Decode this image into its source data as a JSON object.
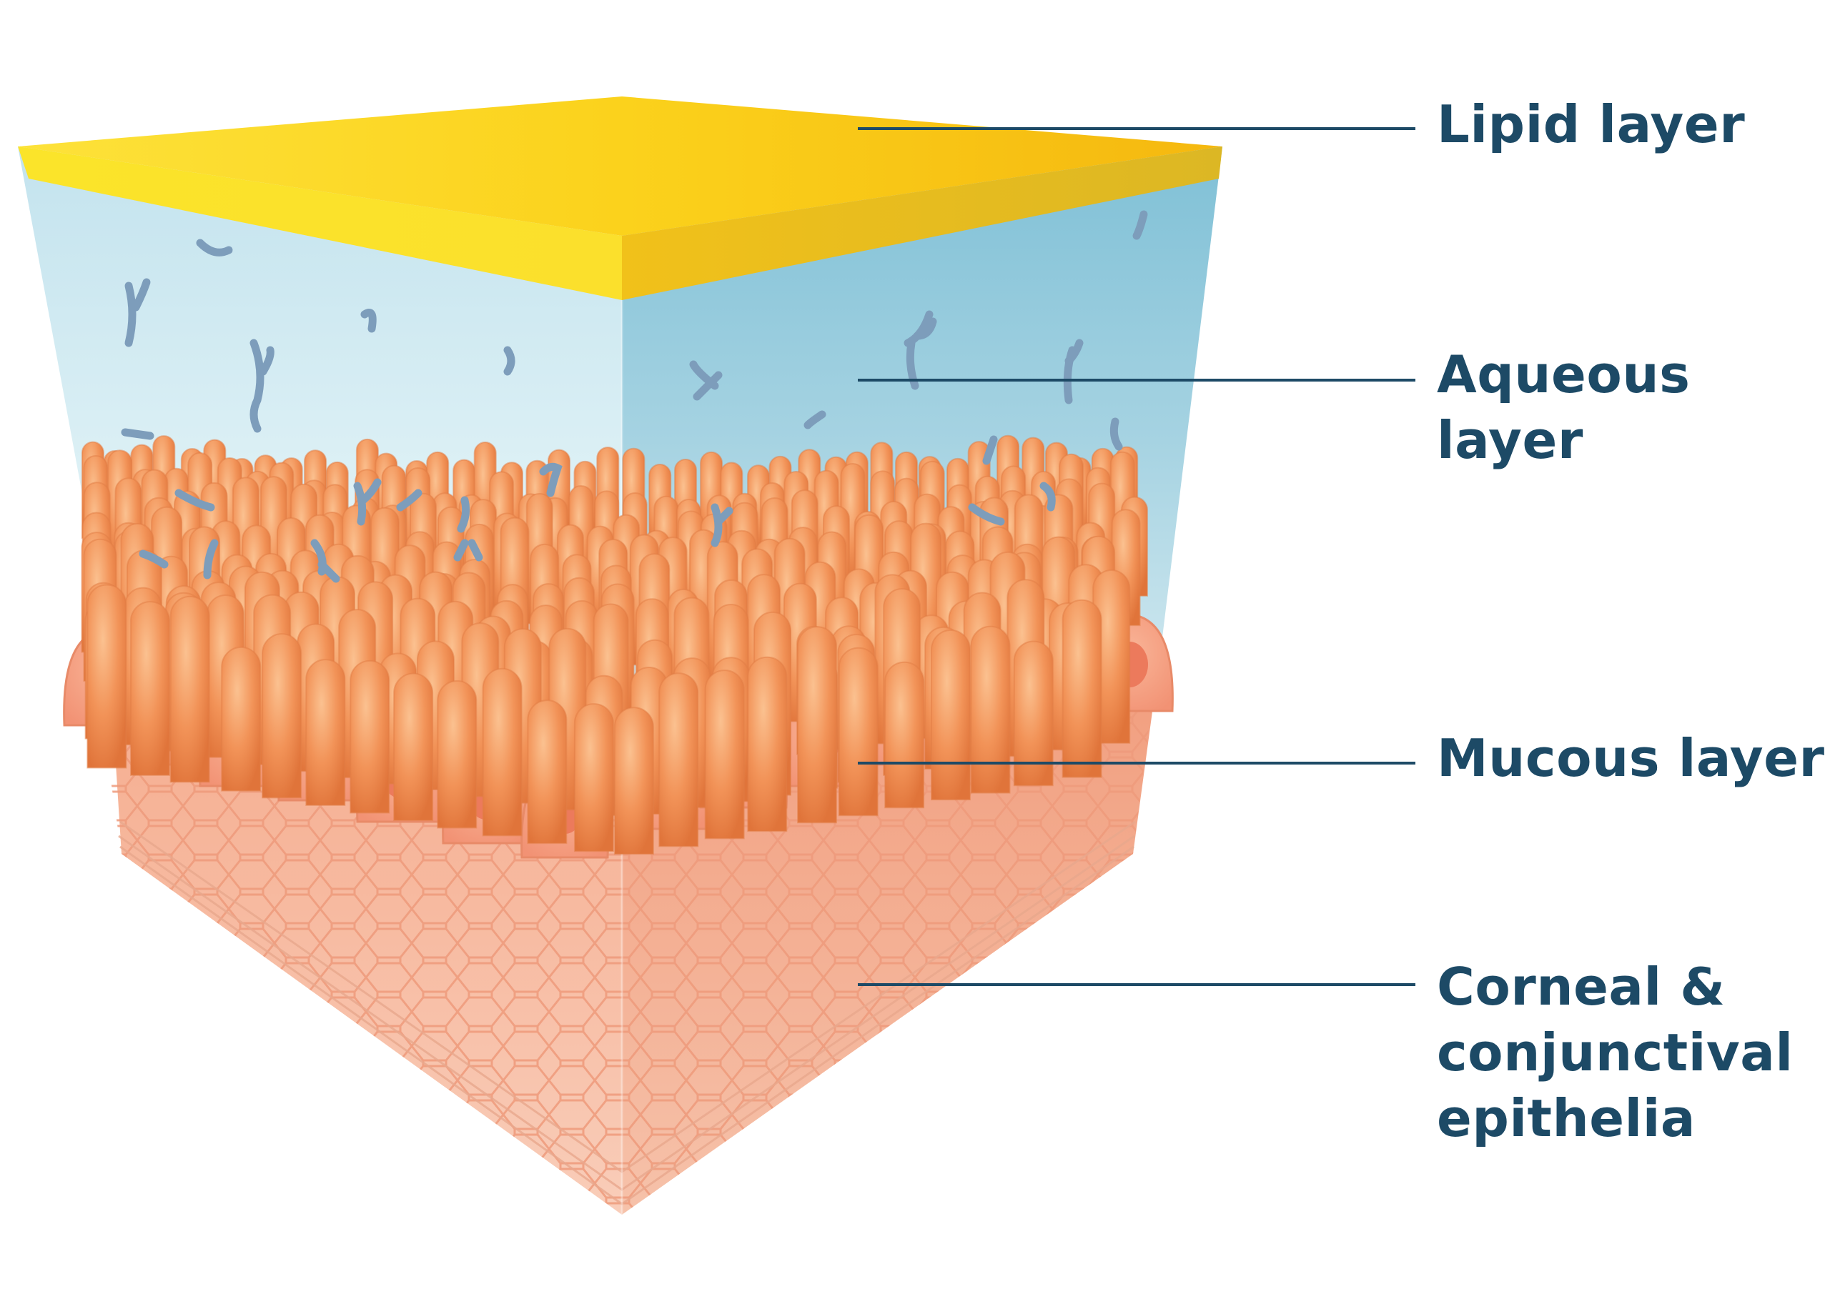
{
  "diagram": {
    "labels": {
      "lipid": "Lipid layer",
      "aqueous": "Aqueous layer",
      "mucous": "Mucous layer",
      "epithelia": "Corneal &\nconjunctival\nepithelia"
    }
  },
  "colors": {
    "label_text": "#1d4a66",
    "leader_line": "#1d4a66",
    "lipid": "#f9c51a",
    "aqueous": "#b6dceb",
    "mucin": "#7e9cba",
    "cell": "#f08a50",
    "epithelium": "#f6b99a"
  }
}
